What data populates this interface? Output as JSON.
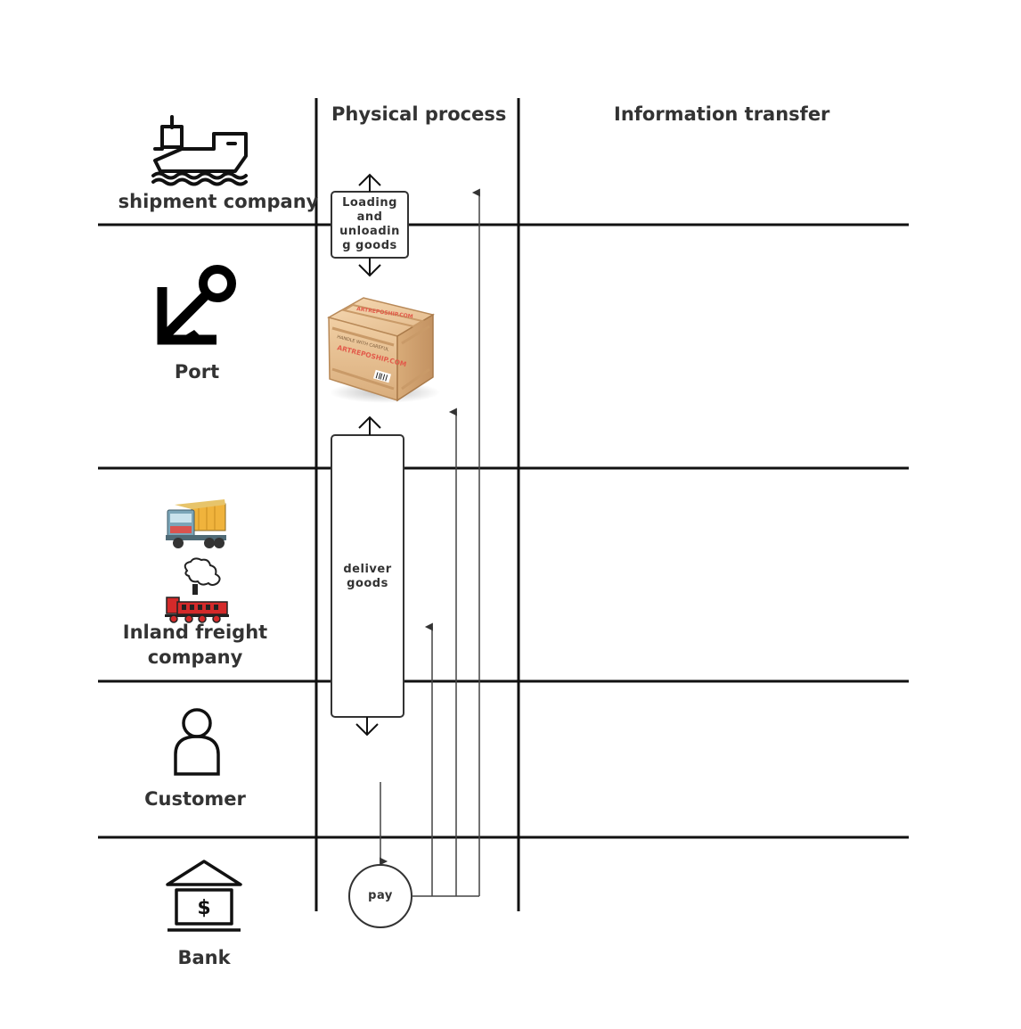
{
  "columns": {
    "physical": "Physical process",
    "information": "Information transfer"
  },
  "lanes": {
    "shipment": "shipment company",
    "port": "Port",
    "inland_line1": "Inland freight",
    "inland_line2": "company",
    "customer": "Customer",
    "bank": "Bank"
  },
  "process": {
    "loading": "Loading and unloadin g goods",
    "deliver": "deliver goods",
    "pay": "pay"
  },
  "crate": {
    "stamp_top": "ARTREPOSHIP.COM",
    "stamp_main": "ARTREPOSHIP.COM",
    "handle": "HANDLE WITH CAREFUL"
  },
  "icons": {
    "bank_symbol": "$"
  },
  "colors": {
    "line": "#111111",
    "text": "#333333",
    "connector": "#444444"
  }
}
